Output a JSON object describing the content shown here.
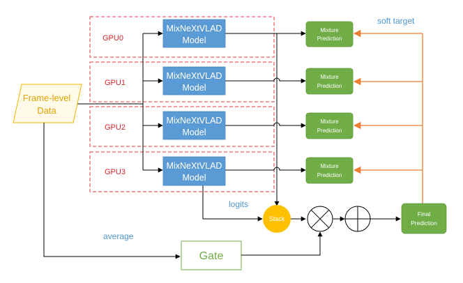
{
  "gpus": [
    {
      "label": "GPU0",
      "model_line1": "MixNeXtVLAD",
      "model_line2": "Model",
      "mix_line1": "Mixture",
      "mix_line2": "Prediction"
    },
    {
      "label": "GPU1",
      "model_line1": "MixNeXtVLAD",
      "model_line2": "Model",
      "mix_line1": "Mixture",
      "mix_line2": "Prediction"
    },
    {
      "label": "GPU2",
      "model_line1": "MixNeXtVLAD",
      "model_line2": "Model",
      "mix_line1": "Mixture",
      "mix_line2": "Prediction"
    },
    {
      "label": "GPU3",
      "model_line1": "MixNeXtVLAD",
      "model_line2": "Model",
      "mix_line1": "Mixture",
      "mix_line2": "Prediction"
    }
  ],
  "input": {
    "line1": "Frame-level",
    "line2": "Data"
  },
  "stack": "Stack",
  "gate": "Gate",
  "final": {
    "line1": "Final",
    "line2": "Prediction"
  },
  "labels": {
    "soft_target": "soft target",
    "logits": "logits",
    "average": "average"
  },
  "colors": {
    "gpu_border": "#e03a3e",
    "model_fill": "#5b9bd5",
    "mixture_fill": "#70ad47",
    "stack_fill": "#ffc000",
    "frame_border": "#f4b400",
    "gate_border": "#70ad47",
    "soft_target_arrow": "#ed7d31",
    "label_blue": "#4f94cd"
  }
}
